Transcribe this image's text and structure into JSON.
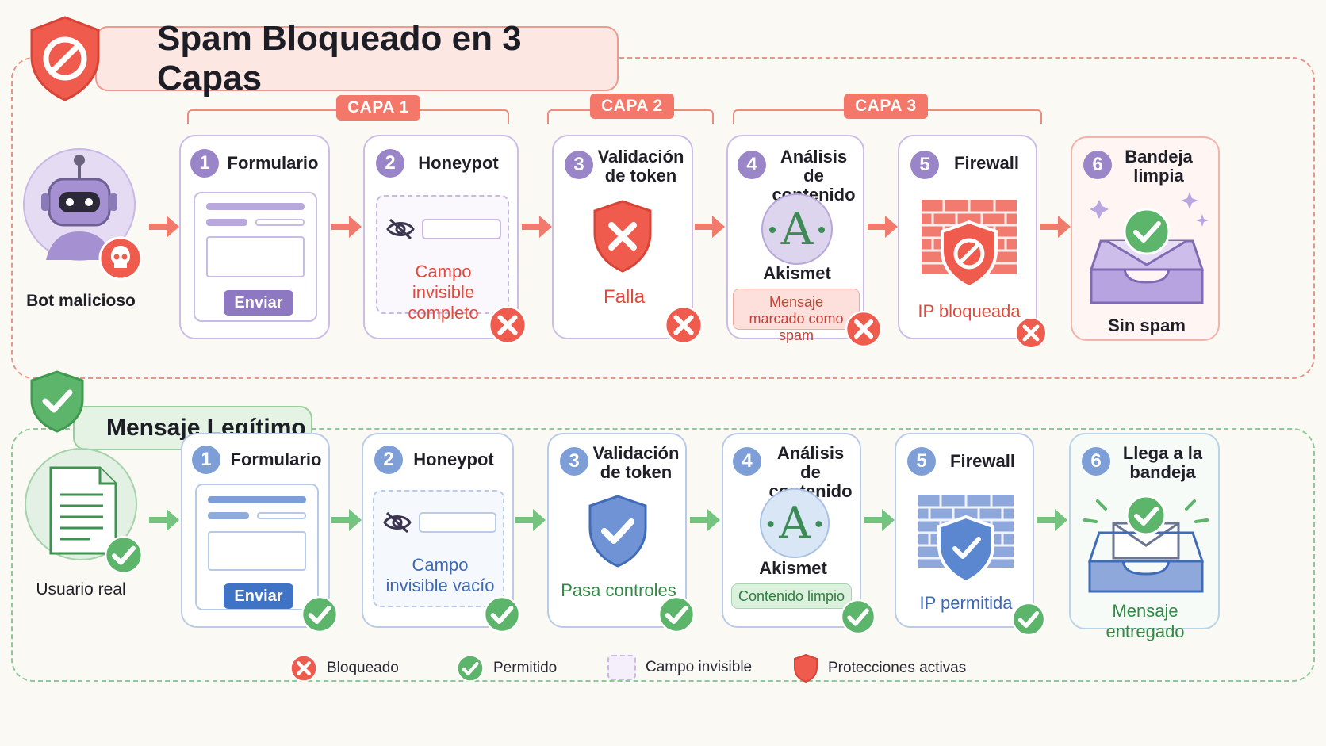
{
  "spam_section": {
    "title": "Spam Bloqueado en 3 Capas",
    "actor_label": "Bot malicioso",
    "layers": [
      "CAPA 1",
      "CAPA 2",
      "CAPA 3"
    ],
    "steps": [
      {
        "num": "1",
        "title": "Formulario",
        "button": "Enviar"
      },
      {
        "num": "2",
        "title": "Honeypot",
        "caption": "Campo invisible completo"
      },
      {
        "num": "3",
        "title": "Validación de token",
        "caption": "Falla"
      },
      {
        "num": "4",
        "title": "Análisis de contenido",
        "service": "Akismet",
        "pill": "Mensaje marcado como spam"
      },
      {
        "num": "5",
        "title": "Firewall",
        "caption": "IP bloqueada"
      },
      {
        "num": "6",
        "title": "Bandeja limpia",
        "caption": "Sin spam"
      }
    ]
  },
  "legit_section": {
    "title": "Mensaje Legítimo",
    "actor_label": "Usuario real",
    "steps": [
      {
        "num": "1",
        "title": "Formulario",
        "button": "Enviar"
      },
      {
        "num": "2",
        "title": "Honeypot",
        "caption": "Campo invisible vacío"
      },
      {
        "num": "3",
        "title": "Validación de token",
        "caption": "Pasa controles"
      },
      {
        "num": "4",
        "title": "Análisis de contenido",
        "service": "Akismet",
        "pill": "Contenido limpio"
      },
      {
        "num": "5",
        "title": "Firewall",
        "caption": "IP permitida"
      },
      {
        "num": "6",
        "title": "Llega a la bandeja",
        "caption": "Mensaje entregado"
      }
    ]
  },
  "legend": {
    "blocked": "Bloqueado",
    "allowed": "Permitido",
    "hidden_field": "Campo invisible",
    "active": "Protecciones activas"
  },
  "colors": {
    "red": "#ef5b4c",
    "green": "#5cb56a",
    "purple": "#9b85c9",
    "blue": "#7e9ed8"
  }
}
